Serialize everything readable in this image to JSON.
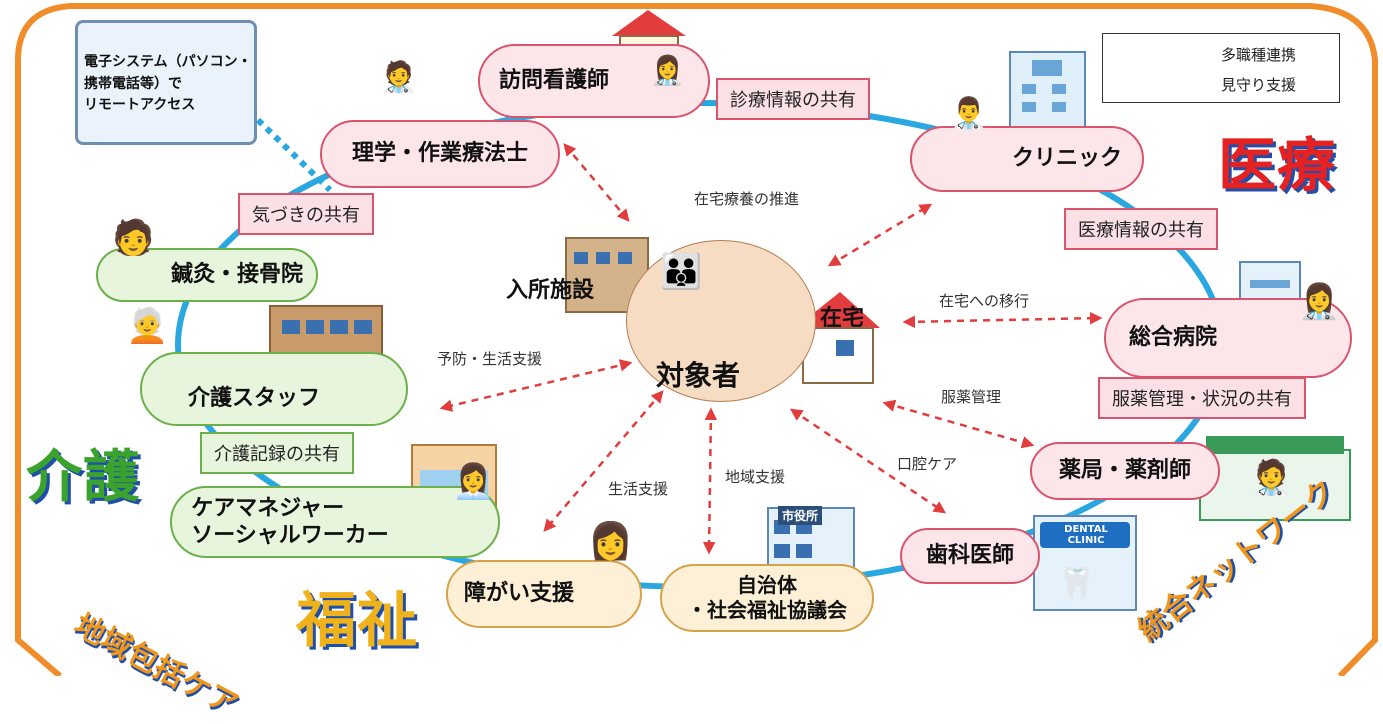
{
  "legend": {
    "collab_label": "多職種連携",
    "support_label": "見守り支援"
  },
  "center": {
    "target": "対象者",
    "facility": "入所施設",
    "home": "在宅"
  },
  "remote": {
    "text": "電子システム（パソコン・\n携帯電話等）で\nリモートアクセス"
  },
  "nodes": {
    "visiting_nurse": "訪問看護師",
    "pt_ot": "理学・作業療法士",
    "clinic": "クリニック",
    "hospital": "総合病院",
    "pharmacy": "薬局・薬剤師",
    "dentist": "歯科医師",
    "acupuncture": "鍼灸・接骨院",
    "care_staff": "介護スタッフ",
    "care_manager": "ケアマネジャー\nソーシャルワーカー",
    "disability": "障がい支援",
    "municipality": "自治体\n・社会福祉協議会"
  },
  "share_tags": {
    "medical_info_clinic": "診療情報の共有",
    "awareness": "気づきの共有",
    "medical_info": "医療情報の共有",
    "medication": "服薬管理・状況の共有",
    "care_record": "介護記録の共有"
  },
  "arrow_labels": {
    "home_care": "在宅療養の推進",
    "to_home": "在宅への移行",
    "prevention": "予防・生活支援",
    "medication_mgmt": "服薬管理",
    "oral_care": "口腔ケア",
    "living_support": "生活支援",
    "community_support": "地域支援"
  },
  "categories": {
    "medical": "医療",
    "care": "介護",
    "welfare": "福祉"
  },
  "corner_titles": {
    "left": "地域包括ケア",
    "right": "統合ネットワーク"
  },
  "signs": {
    "dental": "DENTAL\nCLINIC",
    "city_hall": "市役所"
  },
  "colors": {
    "frame": "#f08c2a",
    "ring": "#29a7e0",
    "arrow": "#e23c3c",
    "legend_line": "#6aa5d8"
  }
}
